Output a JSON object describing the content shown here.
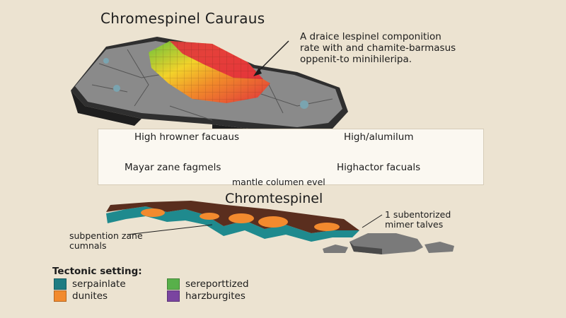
{
  "header": {
    "title": "Chromespinel Cauraus",
    "callout_lines": [
      "A draice lespinel componition",
      "rate with and chamite-barmasus",
      "oppenit-to minihileripa."
    ]
  },
  "scale": {
    "top_left": "High hrowner facuaus",
    "top_right": "High/alumilum",
    "bottom_left": "Mayar zane fagmels",
    "bottom_right": "Highactor facuals",
    "axis_label": "mantle columen evel",
    "colors": [
      "#e63b3e",
      "#ef5634",
      "#f47a2c",
      "#f7962a",
      "#f9b62a",
      "#f9cb2a",
      "#f2a84c",
      "#e2924c",
      "#c87a52",
      "#b0685e",
      "#9a5a6e",
      "#7e4a8a",
      "#6a3a96"
    ]
  },
  "section": {
    "title": "Chromtespinel",
    "right_note_lines": [
      "1 subentorized",
      "mimer talves"
    ],
    "left_note_lines": [
      "subpention zane",
      "cumnals"
    ]
  },
  "legend": {
    "title": "Tectonic setting:",
    "items": [
      {
        "label": "serpainlate",
        "color": "#1f7c82"
      },
      {
        "label": "sereporttized",
        "color": "#58b04a"
      },
      {
        "label": "dunites",
        "color": "#f28a2e"
      },
      {
        "label": "harzburgites",
        "color": "#7a44a0"
      }
    ]
  }
}
